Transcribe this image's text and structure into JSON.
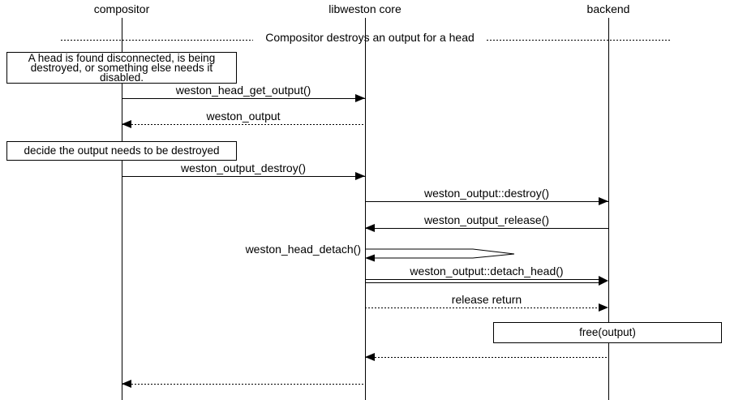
{
  "diagram": {
    "title": "Compositor destroys an output for a head",
    "participants": [
      {
        "name": "compositor"
      },
      {
        "name": "libweston core"
      },
      {
        "name": "backend"
      }
    ],
    "notes": [
      {
        "lines": [
          "A head is found disconnected, is being",
          "destroyed, or something else needs it",
          "disabled."
        ]
      },
      {
        "lines": [
          "decide the output needs to be destroyed"
        ]
      },
      {
        "lines": [
          "free(output)"
        ]
      }
    ],
    "messages": [
      {
        "label": "weston_head_get_output()",
        "from": "compositor",
        "to": "libweston core",
        "style": "solid"
      },
      {
        "label": "weston_output",
        "from": "libweston core",
        "to": "compositor",
        "style": "dotted"
      },
      {
        "label": "weston_output_destroy()",
        "from": "compositor",
        "to": "libweston core",
        "style": "solid"
      },
      {
        "label": "weston_output::destroy()",
        "from": "libweston core",
        "to": "backend",
        "style": "solid"
      },
      {
        "label": "weston_output_release()",
        "from": "backend",
        "to": "libweston core",
        "style": "solid"
      },
      {
        "label": "weston_head_detach()",
        "from": "libweston core",
        "to": "libweston core",
        "style": "self"
      },
      {
        "label": "weston_output::detach_head()",
        "from": "libweston core",
        "to": "backend",
        "style": "double"
      },
      {
        "label": "release return",
        "from": "libweston core",
        "to": "backend",
        "style": "dotted"
      },
      {
        "label": "",
        "from": "backend",
        "to": "libweston core",
        "style": "dotted"
      },
      {
        "label": "",
        "from": "libweston core",
        "to": "compositor",
        "style": "dotted"
      }
    ],
    "colors": {
      "line": "#000000",
      "background": "#ffffff"
    }
  }
}
